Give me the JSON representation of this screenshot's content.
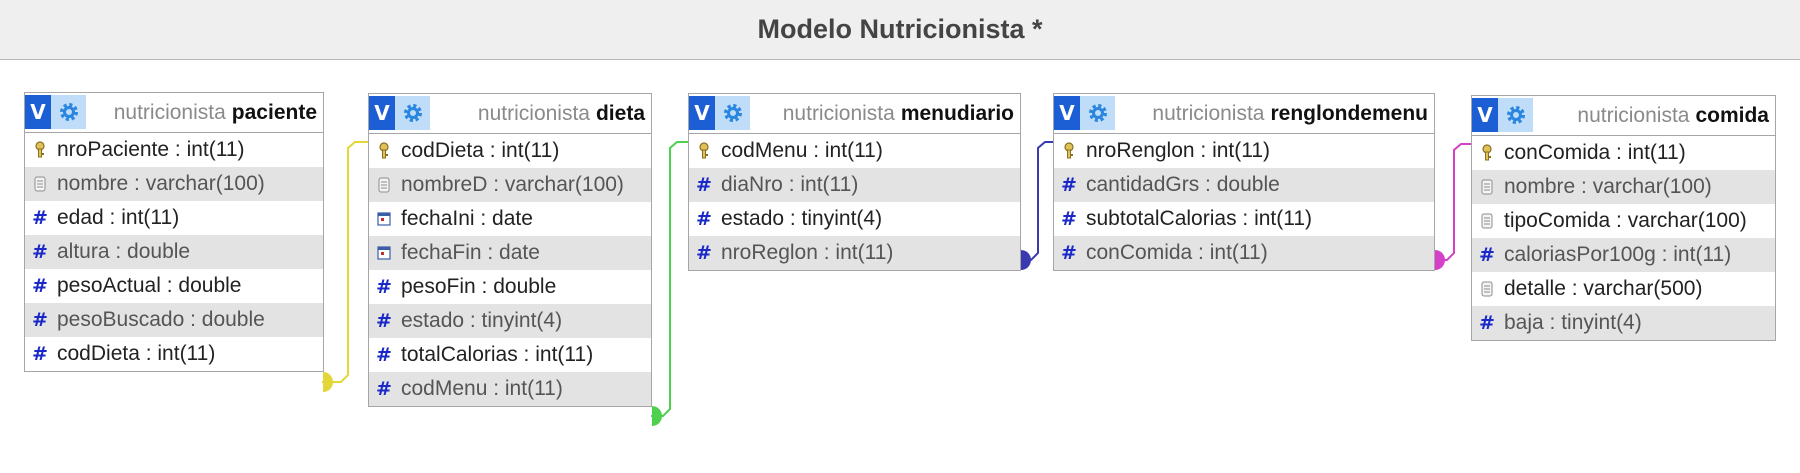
{
  "title": "Modelo Nutricionista *",
  "icons": {
    "view_button": "V",
    "settings": "gear-icon",
    "primary_key": "key-icon",
    "text_column": "text-doc-icon",
    "date_column": "calendar-icon",
    "number_column": "hash-icon"
  },
  "colors": {
    "link_paciente_dieta": "#e2d63a",
    "link_dieta_menudiario": "#4fd04f",
    "link_menudiario_renglondemenu": "#3a3ab0",
    "link_renglondemenu_comida": "#d640c8",
    "header_v": "#1c5fd4",
    "header_gear": "#bfdcf8"
  },
  "tables": {
    "paciente": {
      "schema": "nutricionista",
      "name": "paciente",
      "columns": [
        {
          "icon": "key",
          "text": "nroPaciente : int(11)"
        },
        {
          "icon": "text",
          "text": "nombre : varchar(100)"
        },
        {
          "icon": "hash",
          "text": "edad : int(11)"
        },
        {
          "icon": "hash",
          "text": "altura : double"
        },
        {
          "icon": "hash",
          "text": "pesoActual : double"
        },
        {
          "icon": "hash",
          "text": "pesoBuscado : double"
        },
        {
          "icon": "hash",
          "text": "codDieta : int(11)"
        }
      ]
    },
    "dieta": {
      "schema": "nutricionista",
      "name": "dieta",
      "columns": [
        {
          "icon": "key",
          "text": "codDieta : int(11)"
        },
        {
          "icon": "text",
          "text": "nombreD : varchar(100)"
        },
        {
          "icon": "date",
          "text": "fechaIni : date"
        },
        {
          "icon": "date",
          "text": "fechaFin : date"
        },
        {
          "icon": "hash",
          "text": "pesoFin : double"
        },
        {
          "icon": "hash",
          "text": "estado : tinyint(4)"
        },
        {
          "icon": "hash",
          "text": "totalCalorias : int(11)"
        },
        {
          "icon": "hash",
          "text": "codMenu : int(11)"
        }
      ]
    },
    "menudiario": {
      "schema": "nutricionista",
      "name": "menudiario",
      "columns": [
        {
          "icon": "key",
          "text": "codMenu : int(11)"
        },
        {
          "icon": "hash",
          "text": "diaNro : int(11)"
        },
        {
          "icon": "hash",
          "text": "estado : tinyint(4)"
        },
        {
          "icon": "hash",
          "text": "nroReglon : int(11)"
        }
      ]
    },
    "renglondemenu": {
      "schema": "nutricionista",
      "name": "renglondemenu",
      "columns": [
        {
          "icon": "key",
          "text": "nroRenglon : int(11)"
        },
        {
          "icon": "hash",
          "text": "cantidadGrs : double"
        },
        {
          "icon": "hash",
          "text": "subtotalCalorias : int(11)"
        },
        {
          "icon": "hash",
          "text": "conComida : int(11)"
        }
      ]
    },
    "comida": {
      "schema": "nutricionista",
      "name": "comida",
      "columns": [
        {
          "icon": "key",
          "text": "conComida : int(11)"
        },
        {
          "icon": "text",
          "text": "nombre : varchar(100)"
        },
        {
          "icon": "text",
          "text": "tipoComida : varchar(100)"
        },
        {
          "icon": "hash",
          "text": "caloriasPor100g : int(11)"
        },
        {
          "icon": "text",
          "text": "detalle : varchar(500)"
        },
        {
          "icon": "hash",
          "text": "baja : tinyint(4)"
        }
      ]
    }
  }
}
